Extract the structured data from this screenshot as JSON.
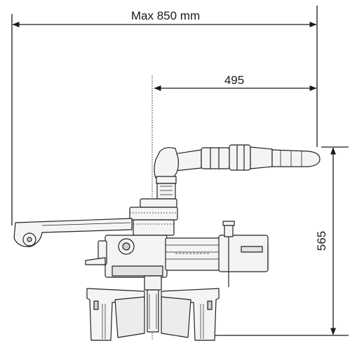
{
  "dimensions": {
    "max_width_label": "Max 850 mm",
    "reach_label": "495",
    "height_label": "565"
  },
  "colors": {
    "line": "#1a1a1a",
    "machine_stroke": "#222222",
    "machine_fill": "#f4f4f4",
    "machine_shade": "#cfcfcf"
  }
}
